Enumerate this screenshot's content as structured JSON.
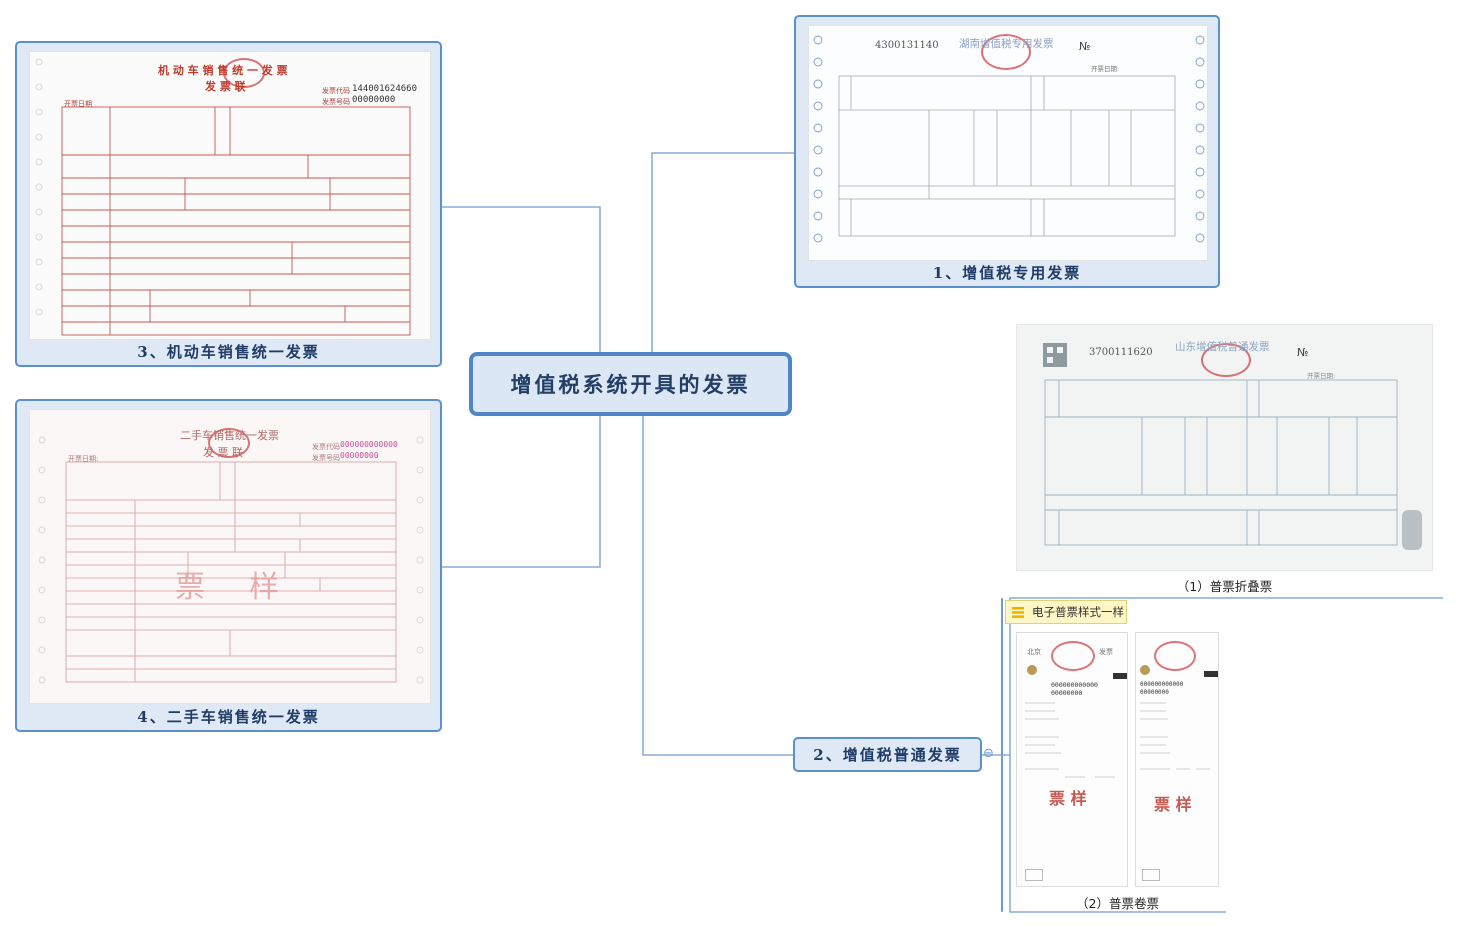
{
  "central": {
    "title": "增值税系统开具的发票"
  },
  "nodes": {
    "n1": {
      "caption": "1、增值税专用发票",
      "invoice_code": "4300131140",
      "invoice_title": "湖南增值税专用发票",
      "no_mark": "№",
      "date_label": "开票日期:"
    },
    "n2": {
      "caption": "2、增值税普通发票",
      "collapse_glyph": "⊖",
      "folded": {
        "caption": "（1）普票折叠票",
        "invoice_code": "3700111620",
        "invoice_title": "山东增值税普通发票",
        "no_mark": "№",
        "date_label": "开票日期:"
      },
      "roll": {
        "caption": "（2）普票卷票",
        "note": "电子普票样式一样",
        "sample_text": "票 样",
        "left_code": "000000000000",
        "left_no": "00000000",
        "right_code": "000000000000",
        "right_no": "00000000",
        "title_left": "北京",
        "title_right": "发票"
      }
    },
    "n3": {
      "caption": "3、机动车销售统一发票",
      "invoice_title": "机 动 车 销 售 统 一 发 票",
      "sub_title": "发 票 联",
      "code_label": "发票代码",
      "code_value": "144001624660",
      "no_label": "发票号码",
      "no_value": "00000000",
      "date_label": "开票日期"
    },
    "n4": {
      "caption": "4、二手车销售统一发票",
      "invoice_title": "二手车销售统一发票",
      "sub_title": "发 票 联",
      "code_label": "发票代码",
      "code_value": "000000000000",
      "no_label": "发票号码",
      "no_value": "00000000",
      "date_label": "开票日期:",
      "watermark": "票样"
    }
  },
  "colors": {
    "line": "#6f9bd4",
    "node_border": "#5b8fd0",
    "node_fill": "#dfe9f6",
    "invoice_red": "#c0392b",
    "invoice_blue": "#8fa6bf",
    "note_fill": "#fff6c5"
  }
}
